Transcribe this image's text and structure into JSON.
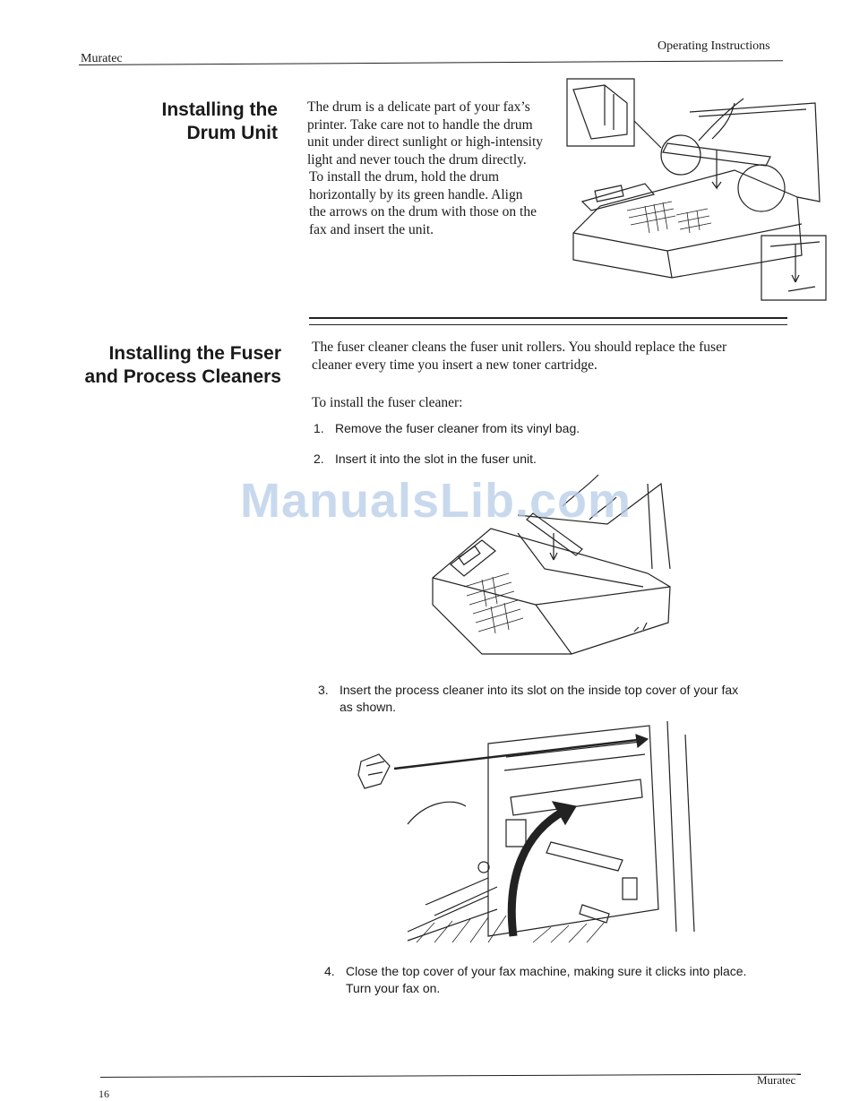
{
  "header": {
    "left": "Muratec",
    "right": "Operating Instructions"
  },
  "drum_section": {
    "title_line1": "Installing the",
    "title_line2": "Drum Unit",
    "para1_lines": [
      "The drum is a delicate part of your fax’s",
      "printer. Take care not to handle the drum",
      "unit under direct sunlight or high-intensity",
      "light and never touch the drum directly."
    ],
    "para2_lines": [
      "To install the drum, hold the drum",
      "horizontally by its green handle. Align",
      "the arrows on the drum with those on the",
      "fax and insert the unit."
    ]
  },
  "fuser_section": {
    "title_line1": "Installing the Fuser",
    "title_line2": "and Process Cleaners",
    "intro_lines": [
      "The fuser cleaner cleans the fuser unit rollers. You should replace the fuser",
      "cleaner every time you insert a new toner cartridge."
    ],
    "lead": "To install the fuser cleaner:",
    "steps": [
      {
        "num": "1.",
        "lines": [
          "Remove the fuser cleaner from its vinyl bag."
        ]
      },
      {
        "num": "2.",
        "lines": [
          "Insert it into the slot in the fuser unit."
        ]
      },
      {
        "num": "3.",
        "lines": [
          "Insert the process cleaner into its slot on the inside top cover of your fax",
          "as shown."
        ]
      },
      {
        "num": "4.",
        "lines": [
          "Close the top cover of your fax machine, making sure it clicks into place.",
          "Turn your fax on."
        ]
      }
    ]
  },
  "watermark": "ManualsLib.com",
  "footer": {
    "right": "Muratec",
    "page": "16"
  },
  "illustrations": {
    "drum": "drum-install-illustration",
    "fuser": "fuser-cleaner-illustration",
    "process": "process-cleaner-illustration"
  }
}
